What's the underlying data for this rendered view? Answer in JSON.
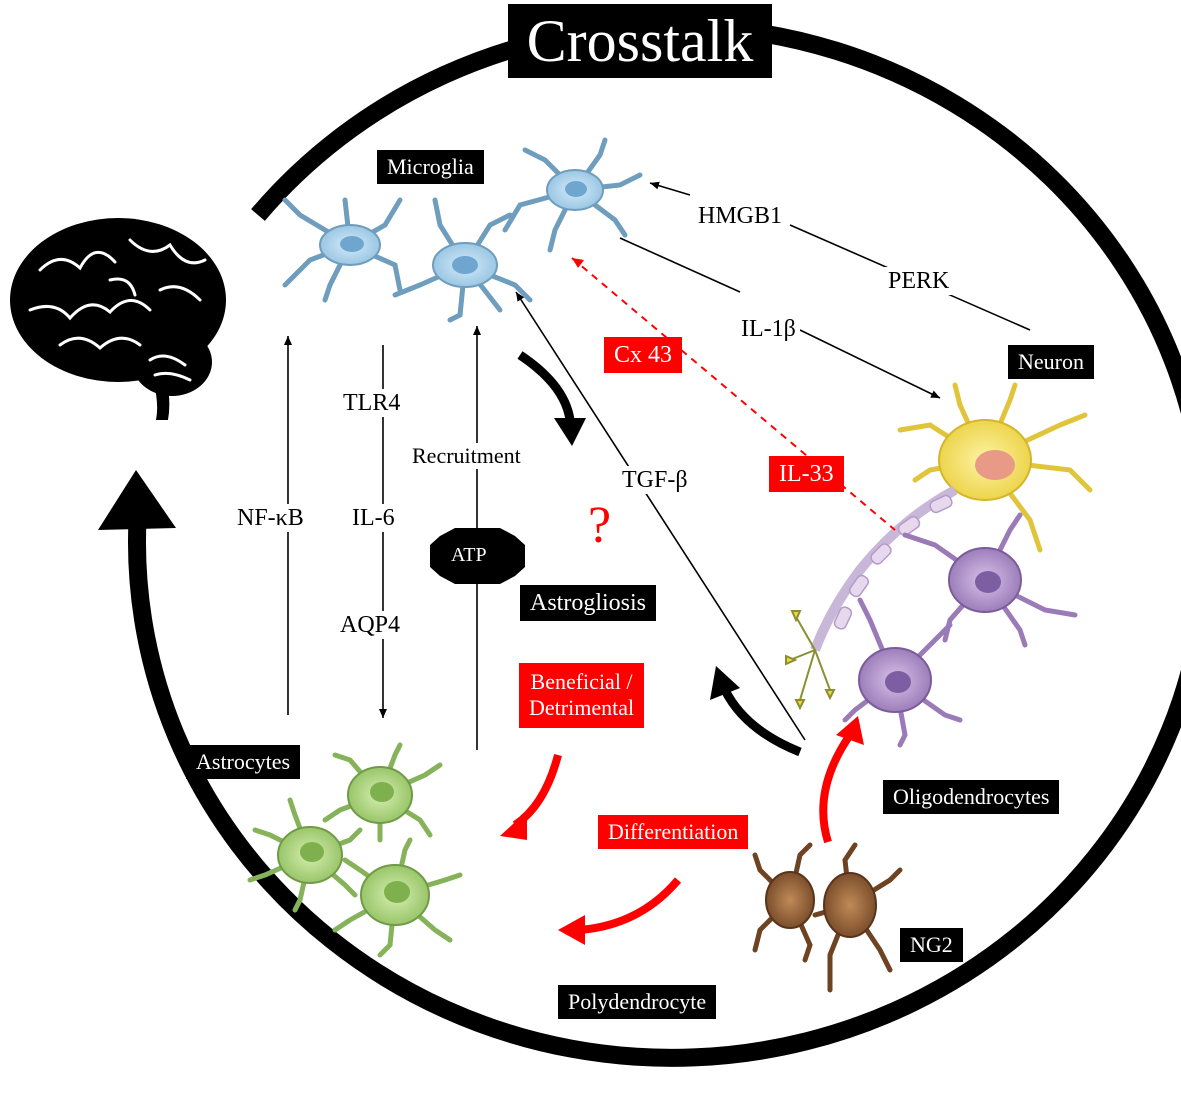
{
  "title": "Crosstalk",
  "cells": {
    "microglia": "Microglia",
    "neuron": "Neuron",
    "astrocytes": "Astrocytes",
    "oligodendrocytes": "Oligodendrocytes",
    "ng2": "NG2",
    "polydendrocyte": "Polydendrocyte"
  },
  "signals": {
    "hmgb1": "HMGB1",
    "perk": "PERK",
    "il1b": "IL-1β",
    "cx43": "Cx 43",
    "il33": "IL-33",
    "tlr4": "TLR4",
    "il6": "IL-6",
    "aqp4": "AQP4",
    "nfkb": "NF-κB",
    "recruitment": "Recruitment",
    "atp": "ATP",
    "tgfb": "TGF-β",
    "question": "?"
  },
  "processes": {
    "astrogliosis": "Astrogliosis",
    "beneficial_line1": "Beneficial /",
    "beneficial_line2": "Detrimental",
    "differentiation": "Differentiation"
  },
  "colors": {
    "black": "#000000",
    "red": "#ff0000",
    "microglia": "#a9cfe8",
    "astrocyte": "#a6cf78",
    "neuron": "#f1dd5a",
    "oligodendrocyte": "#a886c0",
    "ng2": "#8a5a33"
  }
}
